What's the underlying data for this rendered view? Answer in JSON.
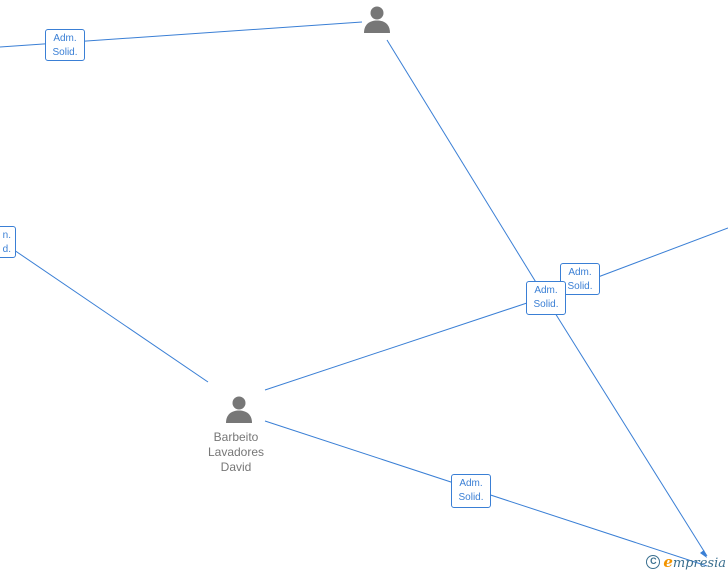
{
  "relation_label": {
    "line1": "Adm.",
    "line2": "Solid.",
    "partial_line1": "n.",
    "partial_line2": "d."
  },
  "persons": [
    {
      "id": "top-person",
      "name": ""
    },
    {
      "id": "barbeito",
      "name": "Barbeito Lavadores David",
      "name_lines": [
        "Barbeito",
        "Lavadores",
        "David"
      ]
    }
  ],
  "watermark": {
    "copyright": "C",
    "brand_initial": "e",
    "brand_rest": "mpresia"
  },
  "colors": {
    "edge": "#3a7fd5",
    "person_icon": "#777777",
    "brand": "#3a6f8f",
    "brand_accent": "#f29400"
  }
}
